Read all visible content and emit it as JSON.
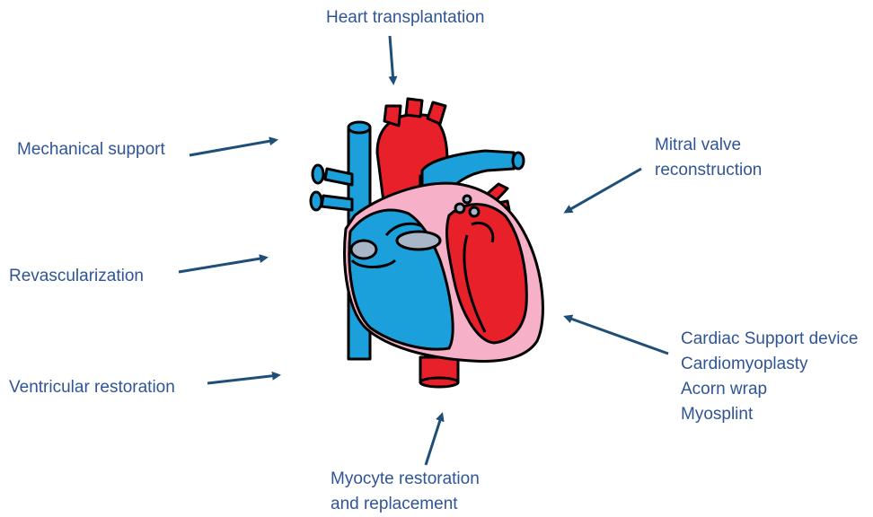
{
  "labels": {
    "heart_transplantation": "Heart transplantation",
    "mechanical_support": "Mechanical support",
    "revascularization": "Revascularization",
    "ventricular_restoration": "Ventricular restoration",
    "mitral_valve": [
      "Mitral valve",
      "reconstruction"
    ],
    "cardiac_support": [
      "Cardiac Support device",
      "Cardiomyoplasty",
      "Acorn wrap",
      "Myosplint"
    ],
    "myocyte": [
      "Myocyte restoration",
      "and replacement"
    ]
  },
  "colors": {
    "arrow": "#1f4e79",
    "text": "#2f5597",
    "blood_blue": "#1ca0dc",
    "blood_red": "#e8202a",
    "muscle_pink": "#f6b0c8",
    "valve_grey": "#a9b6c8"
  }
}
